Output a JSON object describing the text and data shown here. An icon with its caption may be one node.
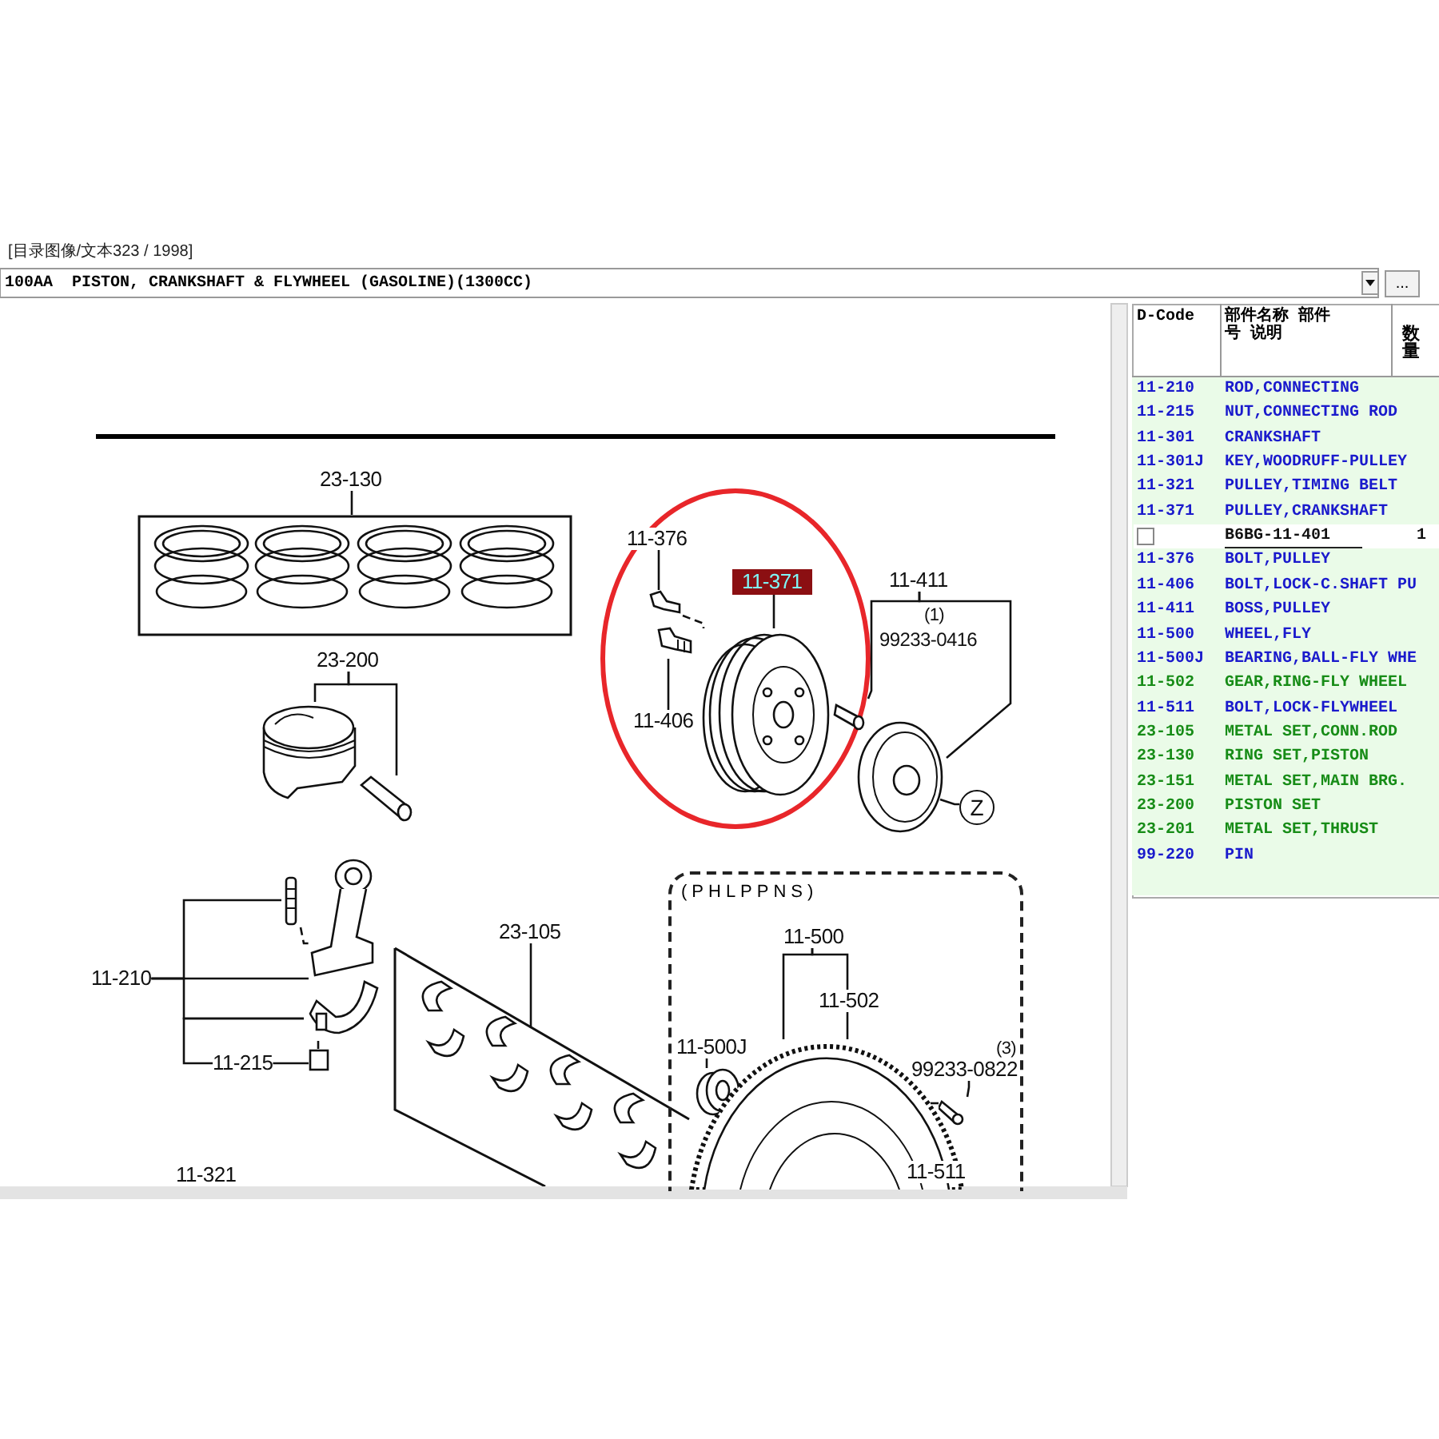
{
  "diagram": {
    "nodes": [
      {
        "text": [
          "23-130"
        ]
      },
      {
        "text": [],
        "shape": "picture"
      },
      {
        "text": [
          "23-200"
        ]
      },
      {
        "text": [],
        "shape": "picture"
      },
      {
        "text": [],
        "shape": "picture"
      },
      {
        "text": [
          "11-210"
        ]
      },
      {
        "text": [],
        "shape": "picture"
      },
      {
        "text": [],
        "shape": "picture"
      },
      {
        "text": [],
        "shape": "picture"
      },
      {
        "text": [
          "11-215"
        ]
      },
      {
        "text": [],
        "shape": "box"
      },
      {
        "text": [
          "23-105"
        ]
      },
      {
        "text": [],
        "shape": "picture"
      },
      {
        "text": [
          "11-376"
        ]
      },
      {
        "text": [],
        "shape": "picture"
      },
      {
        "text": [
          "11-371"
        ]
      },
      {
        "text": [],
        "shape": "picture"
      },
      {
        "text": [
          "11-406"
        ]
      },
      {
        "text": [],
        "shape": "picture"
      },
      {
        "text": [
          "11-411"
        ]
      },
      {
        "text": [],
        "shape": "picture"
      },
      {
        "text": [],
        "shape": "picture"
      },
      {
        "text": [
          "Z"
        ]
      },
      {
        "text": [
          "(PHLPPNS)"
        ]
      },
      {
        "text": [
          "11-500"
        ],
        "in": 23
      },
      {
        "text": [
          "11-502"
        ],
        "in": 23
      },
      {
        "text": [
          "11-500J"
        ],
        "in": 23
      },
      {
        "text": [],
        "shape": "picture",
        "in": 23
      },
      {
        "text": [],
        "shape": "picture",
        "in": 23
      },
      {
        "text": [
          "99233-0822"
        ],
        "beside": [
          "(3)"
        ],
        "in": 23
      },
      {
        "text": [],
        "shape": "picture",
        "in": 23
      }
    ],
    "edges": [
      {
        "from": 0,
        "to": 1,
        "arrow": "none"
      },
      {
        "from": 2,
        "to": 3,
        "arrow": "none"
      },
      {
        "from": 2,
        "to": 4,
        "arrow": "none"
      },
      {
        "from": 5,
        "to": 6,
        "arrow": "none"
      },
      {
        "from": 5,
        "to": 7,
        "arrow": "none"
      },
      {
        "from": 5,
        "to": 8,
        "arrow": "none"
      },
      {
        "from": 9,
        "to": 10,
        "arrow": "none"
      },
      {
        "from": 9,
        "to": 8,
        "arrow": "none"
      },
      {
        "from": 11,
        "to": 12,
        "arrow": "none"
      },
      {
        "from": 13,
        "to": 14,
        "arrow": "none"
      },
      {
        "from": 15,
        "to": 16,
        "arrow": "none"
      },
      {
        "from": 17,
        "to": 18,
        "arrow": "none"
      },
      {
        "from": 19,
        "to": 20,
        "arrow": "none"
      },
      {
        "from": 19,
        "to": 21,
        "arrow": "none"
      },
      {
        "from": 22,
        "to": 21,
        "arrow": "none"
      },
      {
        "from": 24,
        "to": 28,
        "arrow": "none"
      },
      {
        "from": 24,
        "to": 25,
        "arrow": "none"
      },
      {
        "from": 25,
        "to": 28,
        "arrow": "none"
      },
      {
        "from": 26,
        "to": 27,
        "arrow": "none"
      },
      {
        "from": 29,
        "to": 30,
        "arrow": "none"
      },
      {
        "from": 14,
        "to": 16,
        "arrow": "none",
        "style": "dashed"
      },
      {
        "from": 6,
        "to": 7,
        "arrow": "none",
        "style": "dashed"
      },
      {
        "from": 10,
        "to": 8,
        "arrow": "none",
        "style": "dashed"
      },
      {
        "from": 30,
        "to": 28,
        "arrow": "none",
        "style": "dashed"
      }
    ],
    "labels": [
      "[目录图像/文本323 / 1998]",
      "100AA  PISTON, CRANKSHAFT & FLYWHEEL (GASOLINE)(1300CC)",
      "...",
      "(1)",
      "99233-0416",
      "11-321",
      "11-511",
      "D-Code",
      "部件名称 部件号 说明",
      "数量",
      "11-210",
      "ROD,CONNECTING",
      "11-215",
      "NUT,CONNECTING ROD",
      "11-301",
      "CRANKSHAFT",
      "11-301J",
      "KEY,WOODRUFF-PULLEY",
      "11-321",
      "PULLEY,TIMING BELT",
      "11-371",
      "PULLEY,CRANKSHAFT",
      "B6BG-11-401",
      "1",
      "11-376",
      "BOLT,PULLEY",
      "11-406",
      "BOLT,LOCK-C.SHAFT PU",
      "11-411",
      "BOSS,PULLEY",
      "11-500",
      "WHEEL,FLY",
      "11-500J",
      "BEARING,BALL-FLY WHE",
      "11-502",
      "GEAR,RING-FLY WHEEL",
      "11-511",
      "BOLT,LOCK-FLYWHEEL",
      "23-105",
      "METAL SET,CONN.ROD",
      "23-130",
      "RING SET,PISTON",
      "23-151",
      "METAL SET,MAIN BRG.",
      "23-200",
      "PISTON SET",
      "23-201",
      "METAL SET,THRUST",
      "99-220",
      "PIN"
    ]
  }
}
